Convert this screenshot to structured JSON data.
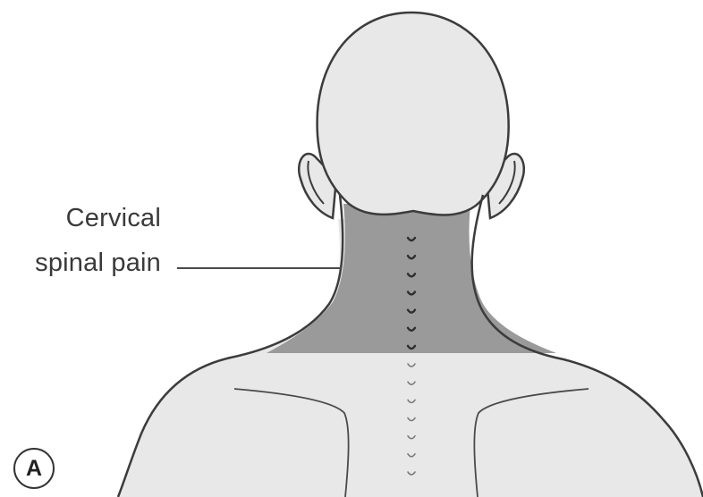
{
  "figure": {
    "panel_letter": "A",
    "pain_label": {
      "line1": "Cervical",
      "line2": "spinal pain"
    },
    "colors": {
      "skin": "#e8e8e8",
      "pain_region": "#9a9a9a",
      "outline": "#3c3c3c"
    },
    "vertebra_marker_count": 14
  }
}
